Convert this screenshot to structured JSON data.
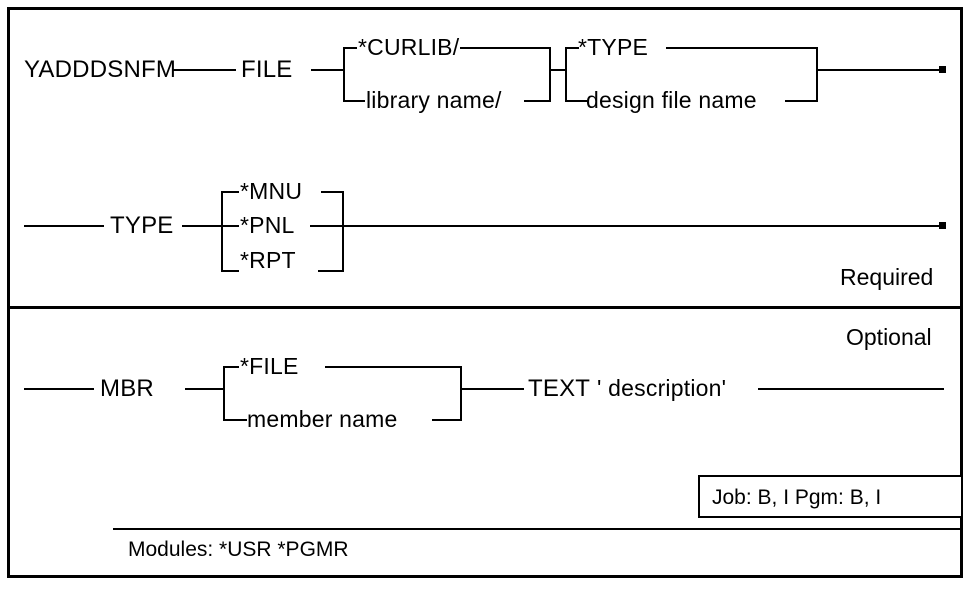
{
  "diagram": {
    "title": "YADDDSNFM",
    "type": "railroad-syntax-diagram",
    "sections": [
      {
        "name": "required",
        "label": "Required",
        "lines": [
          {
            "id": "line-1",
            "command": "YADDDSNFM",
            "parameters": [
              {
                "keyword": "FILE",
                "groups": [
                  {
                    "id": "library-qualifier",
                    "choices": [
                      "*CURLIB/",
                      "library name/"
                    ],
                    "default": "*CURLIB/"
                  },
                  {
                    "id": "file-name",
                    "choices": [
                      "*TYPE",
                      "design file name"
                    ],
                    "default": "*TYPE"
                  }
                ]
              }
            ]
          },
          {
            "id": "line-2",
            "parameters": [
              {
                "keyword": "TYPE",
                "groups": [
                  {
                    "id": "type-value",
                    "choices": [
                      "*MNU",
                      "*PNL",
                      "*RPT"
                    ],
                    "default": "*MNU"
                  }
                ]
              }
            ]
          }
        ]
      },
      {
        "name": "optional",
        "label": "Optional",
        "lines": [
          {
            "id": "line-3",
            "parameters": [
              {
                "keyword": "MBR",
                "groups": [
                  {
                    "id": "member-value",
                    "choices": [
                      "*FILE",
                      "member name"
                    ],
                    "default": "*FILE"
                  }
                ]
              },
              {
                "keyword": "TEXT",
                "groups": [
                  {
                    "id": "text-value",
                    "choices": [
                      "' description'"
                    ],
                    "default": "' description'"
                  }
                ]
              }
            ]
          }
        ]
      }
    ]
  },
  "tokens": {
    "command": "YADDDSNFM",
    "file_kw": "FILE",
    "curlib": "*CURLIB/",
    "library_name": "library name/",
    "type_star": "*TYPE",
    "design_file_name": "design file name",
    "type_kw": "TYPE",
    "mnu": "*MNU",
    "pnl": "*PNL",
    "rpt": "*RPT",
    "mbr_kw": "MBR",
    "file_star": "*FILE",
    "member_name": "member name",
    "text_kw": "TEXT",
    "text_value": "' description'"
  },
  "labels": {
    "required": "Required",
    "optional": "Optional"
  },
  "footer": {
    "job_pgm": "Job: B, I   Pgm: B, I",
    "modules": "Modules:  *USR  *PGMR"
  },
  "colors": {
    "ink": "#000000",
    "paper": "#ffffff"
  }
}
